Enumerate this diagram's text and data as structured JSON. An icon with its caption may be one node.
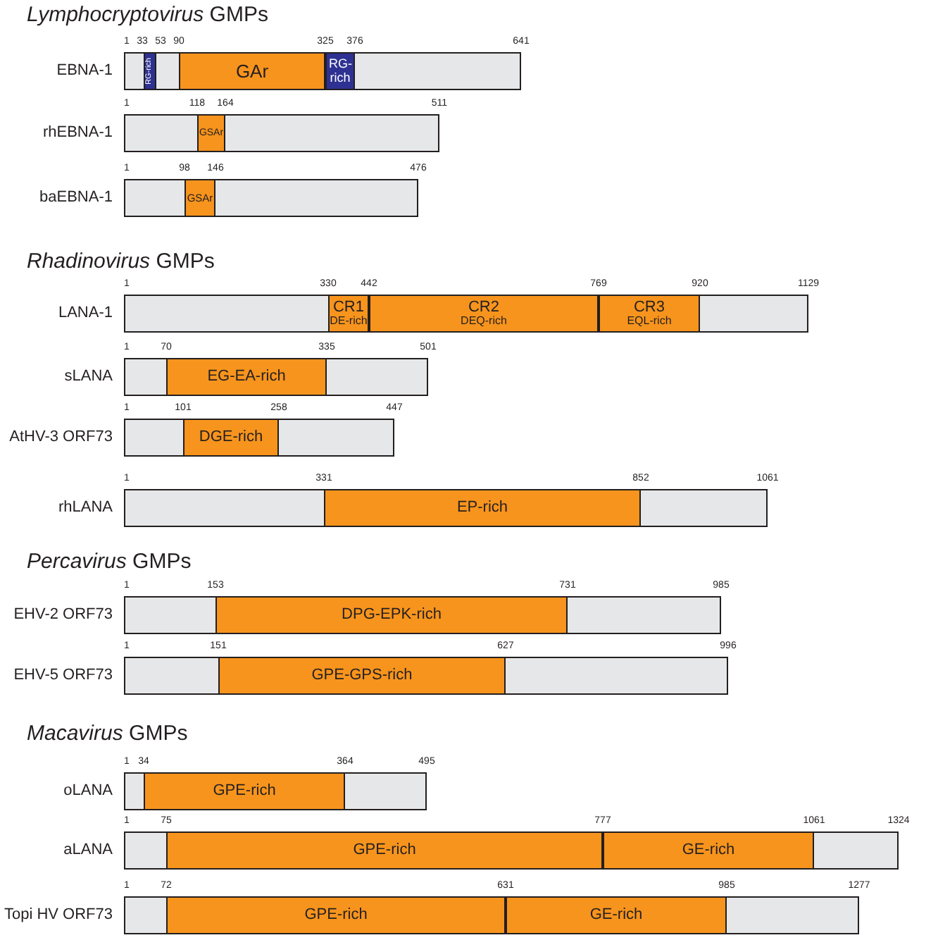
{
  "diagram": {
    "nodes": [
      {
        "text": [
          "EBNA-1"
        ],
        "beside": [
          "1",
          "33",
          "53",
          "90",
          "325",
          "376",
          "641"
        ]
      },
      {
        "text": [
          "RG-rich"
        ],
        "in": 0
      },
      {
        "text": [
          "GAr"
        ],
        "in": 0
      },
      {
        "text": [
          "RG- rich"
        ],
        "in": 0
      },
      {
        "text": [
          "rhEBNA-1"
        ],
        "beside": [
          "1",
          "118",
          "164",
          "511"
        ]
      },
      {
        "text": [
          "GSAr"
        ],
        "in": 4
      },
      {
        "text": [
          "baEBNA-1"
        ],
        "beside": [
          "1",
          "98",
          "146",
          "476"
        ]
      },
      {
        "text": [
          "GSAr"
        ],
        "in": 6
      },
      {
        "text": [
          "LANA-1"
        ],
        "beside": [
          "1",
          "330",
          "442",
          "769",
          "920",
          "1129"
        ]
      },
      {
        "text": [
          "CR1",
          "DE-rich"
        ],
        "in": 8
      },
      {
        "text": [
          "CR2",
          "DEQ-rich"
        ],
        "in": 8
      },
      {
        "text": [
          "CR3",
          "EQL-rich"
        ],
        "in": 8
      },
      {
        "text": [
          "sLANA"
        ],
        "beside": [
          "1",
          "70",
          "335",
          "501"
        ]
      },
      {
        "text": [
          "EG-EA-rich"
        ],
        "in": 12
      },
      {
        "text": [
          "AtHV-3 ORF73"
        ],
        "beside": [
          "1",
          "101",
          "258",
          "447"
        ]
      },
      {
        "text": [
          "DGE-rich"
        ],
        "in": 14
      },
      {
        "text": [
          "rhLANA"
        ],
        "beside": [
          "1",
          "331",
          "852",
          "1061"
        ]
      },
      {
        "text": [
          "EP-rich"
        ],
        "in": 16
      },
      {
        "text": [
          "EHV-2 ORF73"
        ],
        "beside": [
          "1",
          "153",
          "731",
          "985"
        ]
      },
      {
        "text": [
          "DPG-EPK-rich"
        ],
        "in": 18
      },
      {
        "text": [
          "EHV-5 ORF73"
        ],
        "beside": [
          "1",
          "151",
          "627",
          "996"
        ]
      },
      {
        "text": [
          "GPE-GPS-rich"
        ],
        "in": 20
      },
      {
        "text": [
          "oLANA"
        ],
        "beside": [
          "1",
          "34",
          "364",
          "495"
        ]
      },
      {
        "text": [
          "GPE-rich"
        ],
        "in": 22
      },
      {
        "text": [
          "aLANA"
        ],
        "beside": [
          "1",
          "75",
          "777",
          "1061",
          "1324"
        ]
      },
      {
        "text": [
          "GPE-rich"
        ],
        "in": 24
      },
      {
        "text": [
          "GE-rich"
        ],
        "in": 24
      },
      {
        "text": [
          "Topi HV ORF73"
        ],
        "beside": [
          "1",
          "72",
          "631",
          "985",
          "1277"
        ]
      },
      {
        "text": [
          "GPE-rich"
        ],
        "in": 27
      },
      {
        "text": [
          "GE-rich"
        ],
        "in": 27
      }
    ],
    "labels": [
      "*Lymphocryptovirus* GMPs",
      "*Rhadinovirus* GMPs",
      "*Percavirus* GMPs",
      "*Macavirus* GMPs"
    ]
  }
}
